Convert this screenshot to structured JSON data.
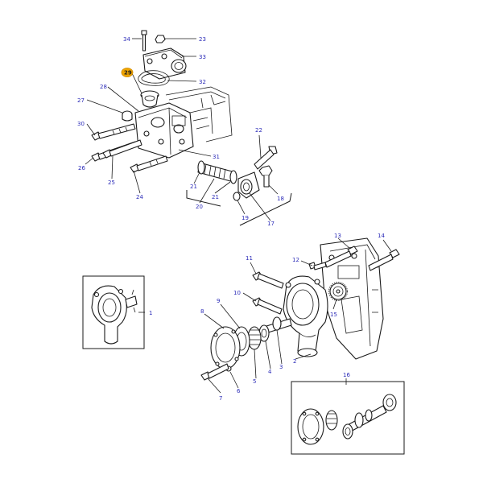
{
  "highlight_color": "#f0a500",
  "callout_color": "#2b2bb8",
  "callouts": {
    "c1": "1",
    "c2": "2",
    "c3": "3",
    "c4": "4",
    "c5": "5",
    "c6": "6",
    "c7": "7",
    "c8": "8",
    "c9": "9",
    "c10": "10",
    "c11": "11",
    "c12": "12",
    "c13": "13",
    "c14": "14",
    "c15": "15",
    "c16": "16",
    "c17": "17",
    "c18": "18",
    "c19": "19",
    "c20": "20",
    "c21a": "21",
    "c21b": "21",
    "c22": "22",
    "c23": "23",
    "c24": "24",
    "c25": "25",
    "c26": "26",
    "c27": "27",
    "c28": "28",
    "c29": "29",
    "c30": "30",
    "c31": "31",
    "c32": "32",
    "c33": "33",
    "c34": "34"
  }
}
